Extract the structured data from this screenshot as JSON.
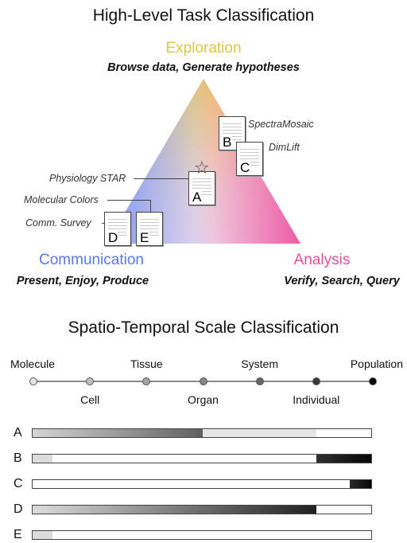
{
  "task_title": "High-Level Task Classification",
  "exploration": {
    "title": "Exploration",
    "subtitle": "Browse data, Generate hypotheses",
    "color": "#e2c443"
  },
  "communication": {
    "title": "Communication",
    "subtitle": "Present, Enjoy, Produce",
    "color": "#5a78e8"
  },
  "analysis": {
    "title": "Analysis",
    "subtitle": "Verify, Search, Query",
    "color": "#e0509a"
  },
  "docs": [
    {
      "letter": "A",
      "star": true
    },
    {
      "letter": "B",
      "star": false
    },
    {
      "letter": "C",
      "star": false
    },
    {
      "letter": "D",
      "star": false
    },
    {
      "letter": "E",
      "star": false
    }
  ],
  "annotations": {
    "spectra_mosaic": "SpectraMosaic",
    "dimlift": "DimLift",
    "physiology_star": "Physiology STAR",
    "molecular_colors": "Molecular Colors",
    "comm_survey": "Comm. Survey"
  },
  "scale_title": "Spatio-Temporal Scale Classification",
  "scale_levels": [
    "Molecule",
    "Cell",
    "Tissue",
    "Organ",
    "System",
    "Individual",
    "Population"
  ],
  "scale_rows": [
    {
      "label": "A",
      "segments": [
        {
          "from": 0,
          "to": 3,
          "grad": [
            "#d4d4d4",
            "#606060"
          ]
        },
        {
          "from": 3,
          "to": 5,
          "grad": [
            "#e6e6e6",
            "#e6e6e6"
          ]
        }
      ]
    },
    {
      "label": "B",
      "segments": [
        {
          "from": 0,
          "to": 0.35,
          "grad": [
            "#dcdcdc",
            "#dcdcdc"
          ]
        },
        {
          "from": 5,
          "to": 6,
          "grad": [
            "#303030",
            "#050505"
          ]
        }
      ]
    },
    {
      "label": "C",
      "segments": [
        {
          "from": 5.6,
          "to": 6,
          "grad": [
            "#2a2a2a",
            "#050505"
          ]
        }
      ]
    },
    {
      "label": "D",
      "segments": [
        {
          "from": 0,
          "to": 5,
          "grad": [
            "#dcdcdc",
            "#202020"
          ]
        }
      ]
    },
    {
      "label": "E",
      "segments": [
        {
          "from": 0,
          "to": 0.35,
          "grad": [
            "#dcdcdc",
            "#dcdcdc"
          ]
        }
      ]
    }
  ]
}
